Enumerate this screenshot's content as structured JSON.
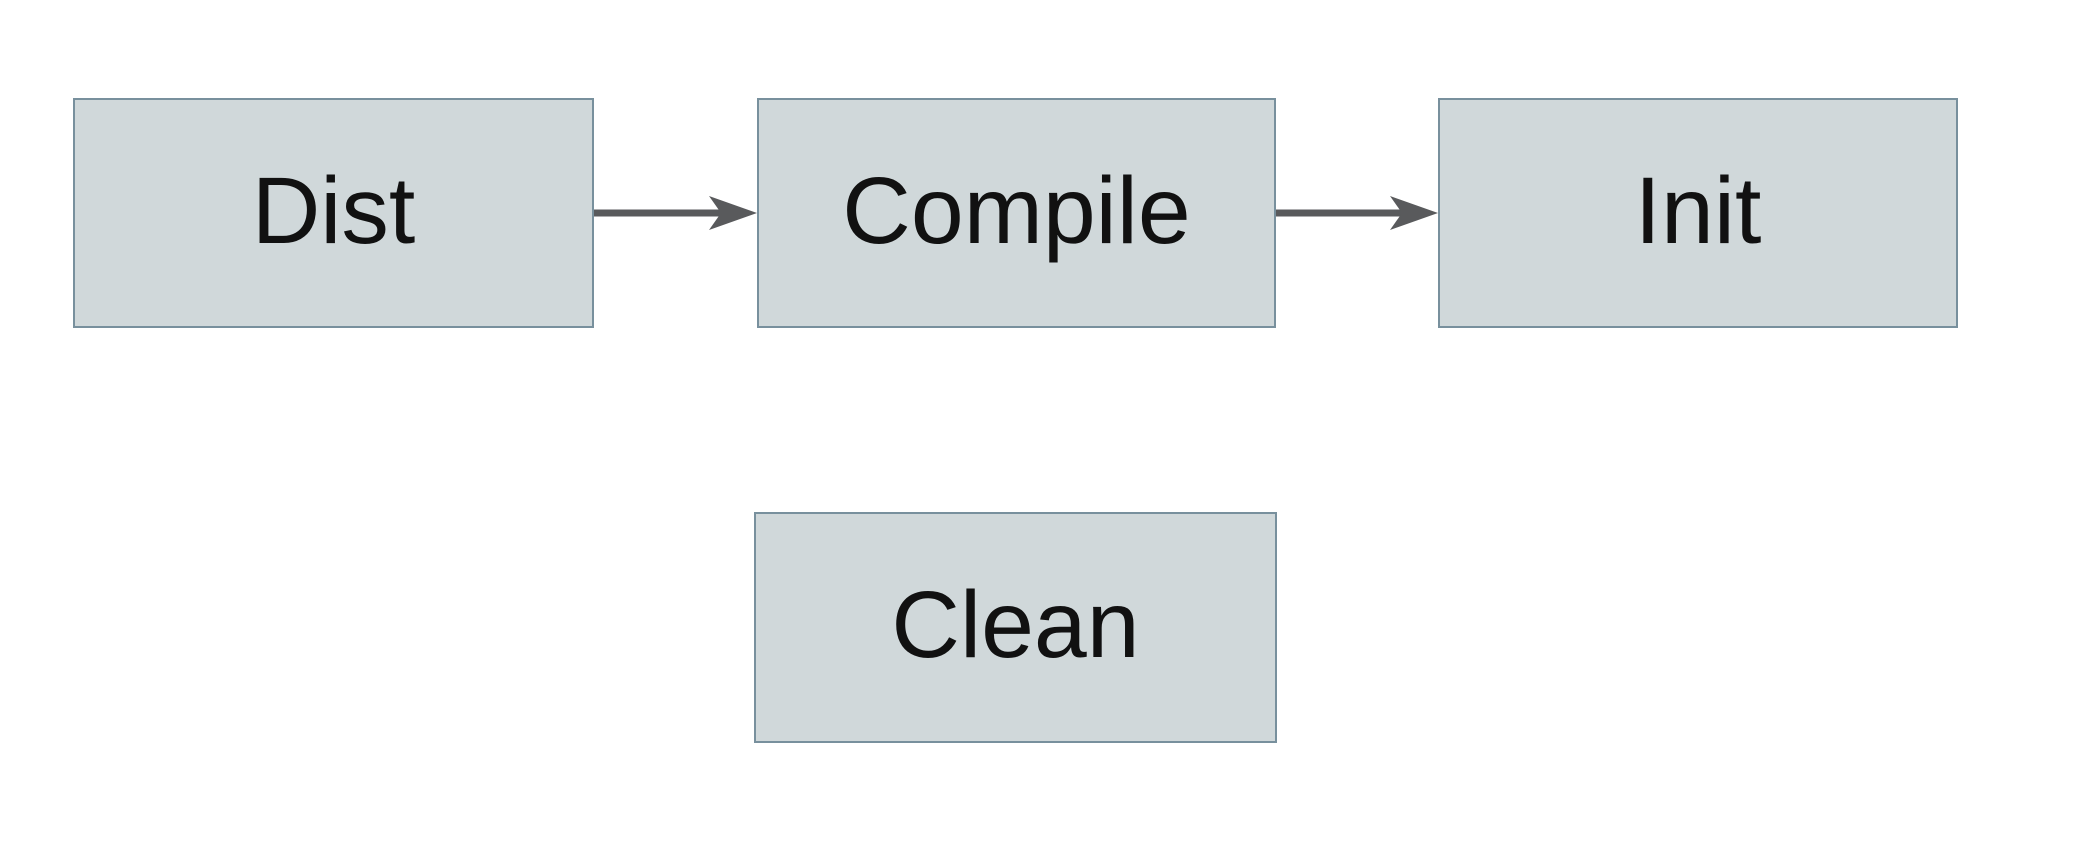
{
  "diagram": {
    "type": "flowchart",
    "background": "#ffffff",
    "colors": {
      "box_fill": "#d0d8da",
      "box_border": "#78909d",
      "arrow": "#595a5c",
      "text": "#111111"
    },
    "nodes": [
      {
        "id": "dist",
        "label": "Dist"
      },
      {
        "id": "compile",
        "label": "Compile"
      },
      {
        "id": "init",
        "label": "Init"
      },
      {
        "id": "clean",
        "label": "Clean"
      }
    ],
    "edges": [
      {
        "from": "Dist",
        "to": "Compile",
        "style": "solid-arrow-right"
      },
      {
        "from": "Compile",
        "to": "Init",
        "style": "solid-arrow-right"
      }
    ]
  }
}
